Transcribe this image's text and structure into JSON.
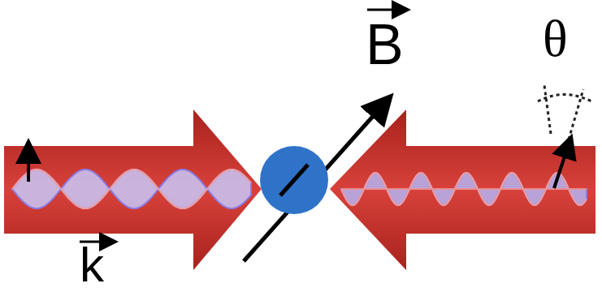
{
  "diagram": {
    "labels": [
      "B",
      "θ",
      "k"
    ]
  }
}
